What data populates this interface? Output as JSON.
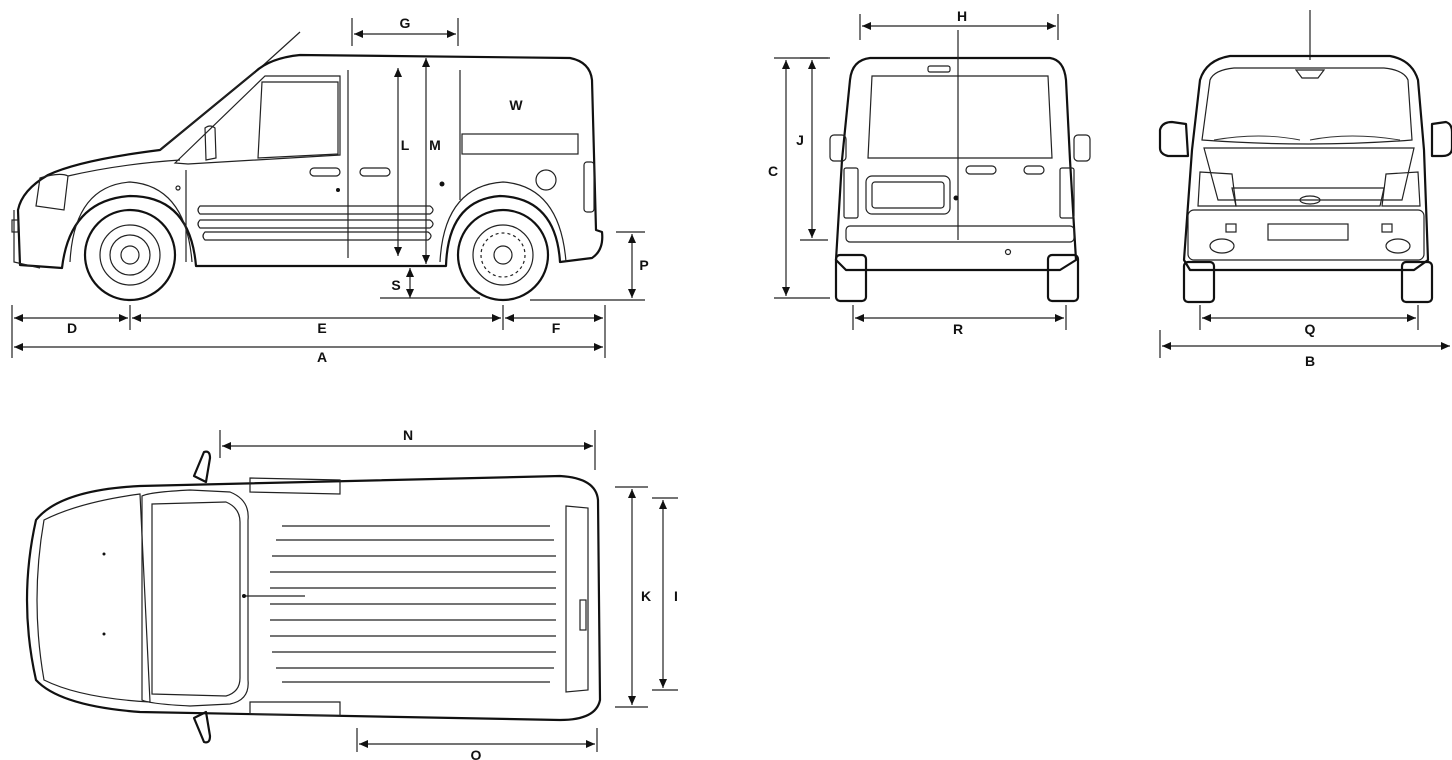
{
  "labels": {
    "A": "A",
    "B": "B",
    "C": "C",
    "D": "D",
    "E": "E",
    "F": "F",
    "G": "G",
    "H": "H",
    "I": "I",
    "J": "J",
    "K": "K",
    "L": "L",
    "M": "M",
    "N": "N",
    "O": "O",
    "P": "P",
    "Q": "Q",
    "R": "R",
    "S": "S",
    "W": "W"
  }
}
